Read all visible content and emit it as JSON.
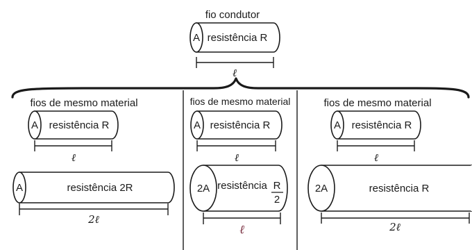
{
  "header": {
    "caption": "fio condutor",
    "area": "A",
    "resistance": "resistência R",
    "length": "ℓ"
  },
  "panels": [
    {
      "title": "fios de mesmo material",
      "reference": {
        "area": "A",
        "resistance": "resistência R",
        "length": "ℓ"
      },
      "variant": {
        "area": "A",
        "resistance": "resistência 2R",
        "length": "2ℓ"
      }
    },
    {
      "title": "fios de mesmo material",
      "reference": {
        "area": "A",
        "resistance": "resistência R",
        "length": "ℓ"
      },
      "variant": {
        "area": "2A",
        "resistance": "resistência",
        "fraction_numerator": "R",
        "fraction_denominator": "2",
        "length": "ℓ",
        "length_color": "#7a2f40"
      }
    },
    {
      "title": "fios de mesmo material",
      "reference": {
        "area": "A",
        "resistance": "resistência R",
        "length": "ℓ"
      },
      "variant": {
        "area": "2A",
        "resistance": "resistência R",
        "length": "2ℓ"
      }
    }
  ]
}
